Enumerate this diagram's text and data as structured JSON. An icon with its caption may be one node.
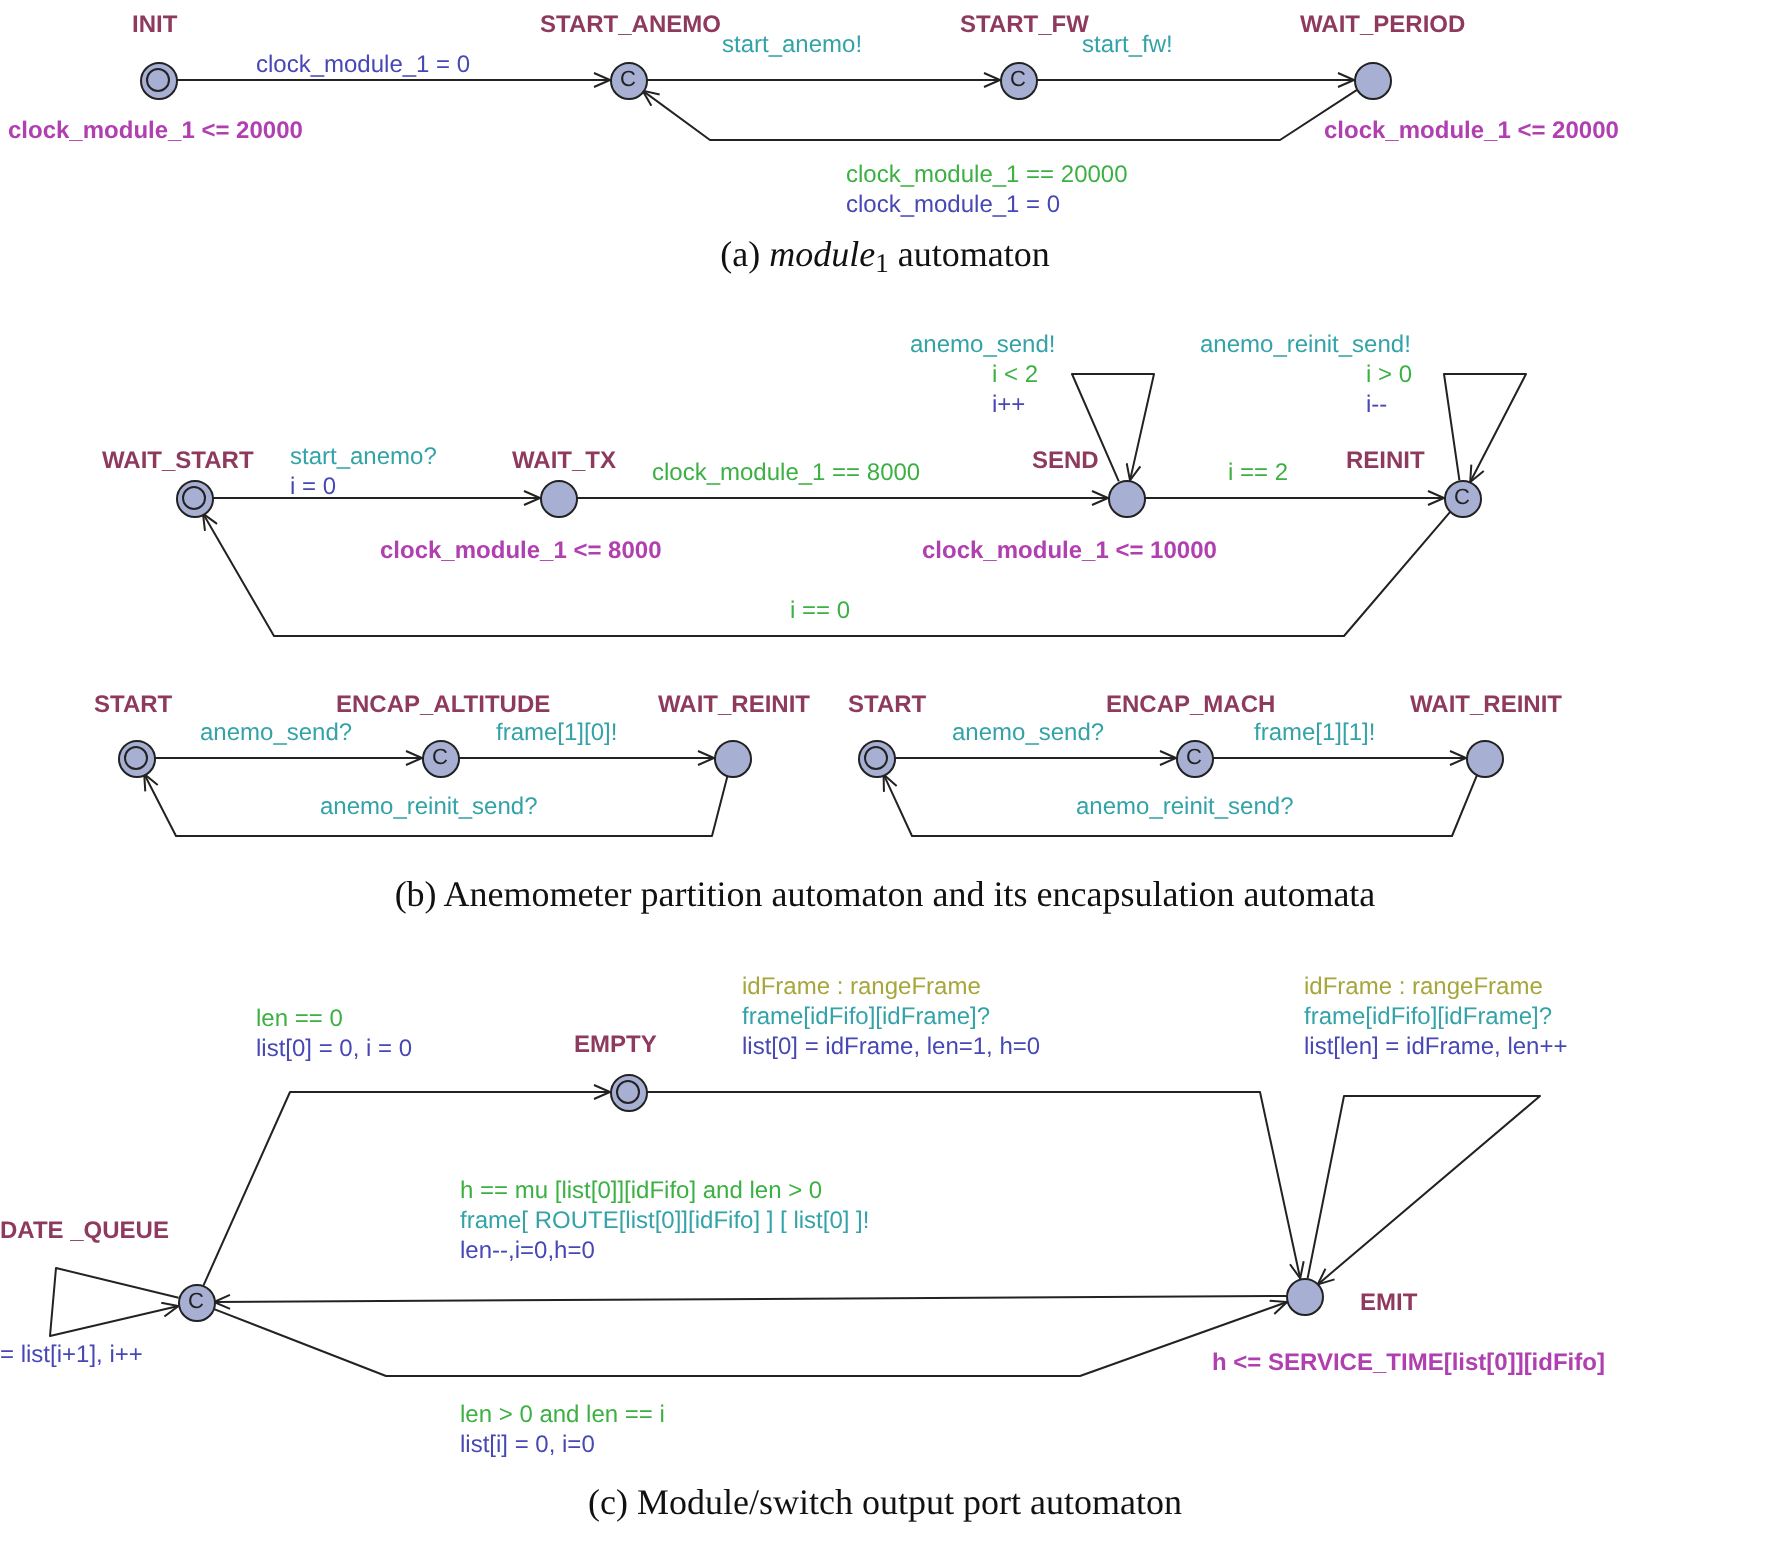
{
  "diagram": {
    "nodes": [
      {
        "text": [
          "INIT"
        ],
        "beside": [
          "clock_module_1 <= 20000"
        ]
      },
      {
        "text": [
          "START_ANEMO",
          "C"
        ]
      },
      {
        "text": [
          "START_FW",
          "C"
        ]
      },
      {
        "text": [
          "WAIT_PERIOD"
        ],
        "beside": [
          "clock_module_1 <= 20000"
        ]
      },
      {
        "text": [
          "WAIT_START"
        ]
      },
      {
        "text": [
          "WAIT_TX"
        ],
        "beside": [
          "clock_module_1 <= 8000"
        ]
      },
      {
        "text": [
          "SEND"
        ],
        "beside": [
          "clock_module_1 <= 10000"
        ]
      },
      {
        "text": [
          "REINIT",
          "C"
        ]
      },
      {
        "text": [
          "START"
        ]
      },
      {
        "text": [
          "ENCAP_ALTITUDE",
          "C"
        ]
      },
      {
        "text": [
          "WAIT_REINIT"
        ]
      },
      {
        "text": [
          "START"
        ]
      },
      {
        "text": [
          "ENCAP_MACH",
          "C"
        ]
      },
      {
        "text": [
          "WAIT_REINIT"
        ]
      },
      {
        "text": [
          "EMPTY"
        ]
      },
      {
        "text": [
          "DATE _QUEUE",
          "C"
        ]
      },
      {
        "text": [
          "EMIT"
        ],
        "beside": [
          "h <= SERVICE_TIME[list[0]][idFifo]"
        ]
      }
    ],
    "edges": [
      {
        "from": 0,
        "to": 1,
        "arrow": "to",
        "label": [
          "clock_module_1 = 0"
        ]
      },
      {
        "from": 1,
        "to": 2,
        "arrow": "to",
        "label": [
          "start_anemo!"
        ]
      },
      {
        "from": 2,
        "to": 3,
        "arrow": "to",
        "label": [
          "start_fw!"
        ]
      },
      {
        "from": 3,
        "to": 1,
        "arrow": "to",
        "label": [
          "clock_module_1 == 20000",
          "clock_module_1 = 0"
        ]
      },
      {
        "from": 4,
        "to": 5,
        "arrow": "to",
        "label": [
          "start_anemo?",
          "i = 0"
        ]
      },
      {
        "from": 5,
        "to": 6,
        "arrow": "to",
        "label": [
          "clock_module_1 == 8000"
        ]
      },
      {
        "from": 6,
        "to": 6,
        "arrow": "to",
        "label": [
          "anemo_send!",
          "i < 2",
          "i++"
        ]
      },
      {
        "from": 6,
        "to": 7,
        "arrow": "to",
        "label": [
          "i == 2"
        ]
      },
      {
        "from": 7,
        "to": 7,
        "arrow": "to",
        "label": [
          "anemo_reinit_send!",
          "i > 0",
          "i--"
        ]
      },
      {
        "from": 7,
        "to": 4,
        "arrow": "to",
        "label": [
          "i == 0"
        ]
      },
      {
        "from": 8,
        "to": 9,
        "arrow": "to",
        "label": [
          "anemo_send?"
        ]
      },
      {
        "from": 9,
        "to": 10,
        "arrow": "to",
        "label": [
          "frame[1][0]!"
        ]
      },
      {
        "from": 10,
        "to": 8,
        "arrow": "to",
        "label": [
          "anemo_reinit_send?"
        ]
      },
      {
        "from": 11,
        "to": 12,
        "arrow": "to",
        "label": [
          "anemo_send?"
        ]
      },
      {
        "from": 12,
        "to": 13,
        "arrow": "to",
        "label": [
          "frame[1][1]!"
        ]
      },
      {
        "from": 13,
        "to": 11,
        "arrow": "to",
        "label": [
          "anemo_reinit_send?"
        ]
      },
      {
        "from": 15,
        "to": 14,
        "arrow": "to",
        "label": [
          "len == 0",
          "list[0] = 0, i = 0"
        ]
      },
      {
        "from": 14,
        "to": 16,
        "arrow": "to",
        "label": [
          "idFrame : rangeFrame",
          "frame[idFifo][idFrame]?",
          "list[0] = idFrame, len=1, h=0"
        ]
      },
      {
        "from": 16,
        "to": 16,
        "arrow": "to",
        "label": [
          "idFrame : rangeFrame",
          "frame[idFifo][idFrame]?",
          "list[len] = idFrame, len++"
        ]
      },
      {
        "from": 16,
        "to": 15,
        "arrow": "to",
        "label": [
          "h == mu [list[0]][idFifo] and len > 0",
          "frame[ ROUTE[list[0]][idFifo] ] [ list[0] ]!",
          "len--,i=0,h=0"
        ]
      },
      {
        "from": 15,
        "to": 16,
        "arrow": "to",
        "label": [
          "len > 0 and len == i",
          "list[i] = 0, i=0"
        ]
      },
      {
        "from": 15,
        "to": 15,
        "arrow": "to",
        "label": [
          "= list[i+1], i++"
        ]
      }
    ],
    "labels": [
      "(a) *module*$_{1}$ automaton",
      "(b) Anemometer partition automaton and its encapsulation automata",
      "(c) Module/switch output port automaton"
    ]
  }
}
